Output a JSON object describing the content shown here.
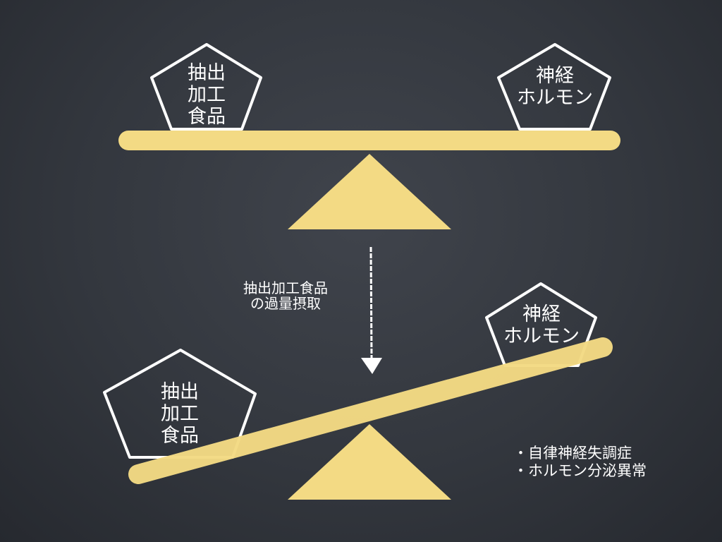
{
  "colors": {
    "beam": "#f3da84",
    "chalk": "#ffffff",
    "board": "#30343b"
  },
  "balanced": {
    "left_label": "抽出\n加工\n食品",
    "right_label": "神経\nホルモン"
  },
  "arrow_label": "抽出加工食品\nの過量摂取",
  "tilted": {
    "left_label": "抽出\n加工\n食品",
    "right_label": "神経\nホルモン"
  },
  "results": [
    "・自律神経失調症",
    "・ホルモン分泌異常"
  ]
}
